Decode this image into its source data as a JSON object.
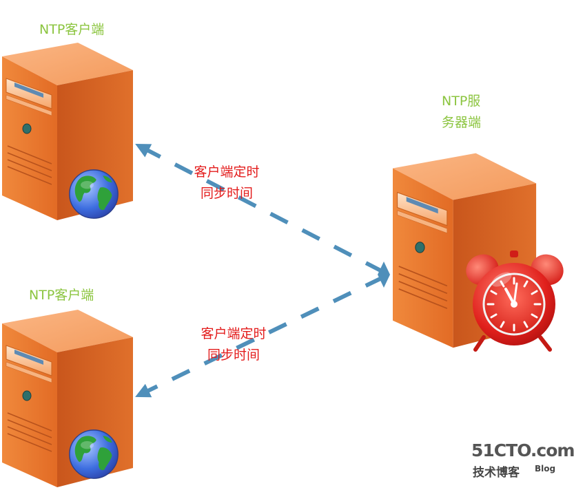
{
  "nodes": {
    "client_top": {
      "label": "NTP客户端"
    },
    "client_bottom": {
      "label": "NTP客户端"
    },
    "server": {
      "label_line1": "NTP服",
      "label_line2": "务器端"
    }
  },
  "edges": {
    "top": {
      "line1": "客户端定时",
      "line2": "同步时间"
    },
    "bottom": {
      "line1": "客户端定时",
      "line2": "同步时间"
    }
  },
  "watermark": {
    "main": "51CTO.com",
    "sub": "技术博客",
    "blog": "Blog"
  },
  "colors": {
    "label_green": "#8cc540",
    "edge_text_red": "#e31b1b",
    "arrow_blue": "#4f8fba",
    "server_orange": "#e5712a",
    "clock_red": "#e0201c"
  },
  "icons": {
    "client_badge": "globe-icon",
    "server_badge": "alarm-clock-icon"
  }
}
